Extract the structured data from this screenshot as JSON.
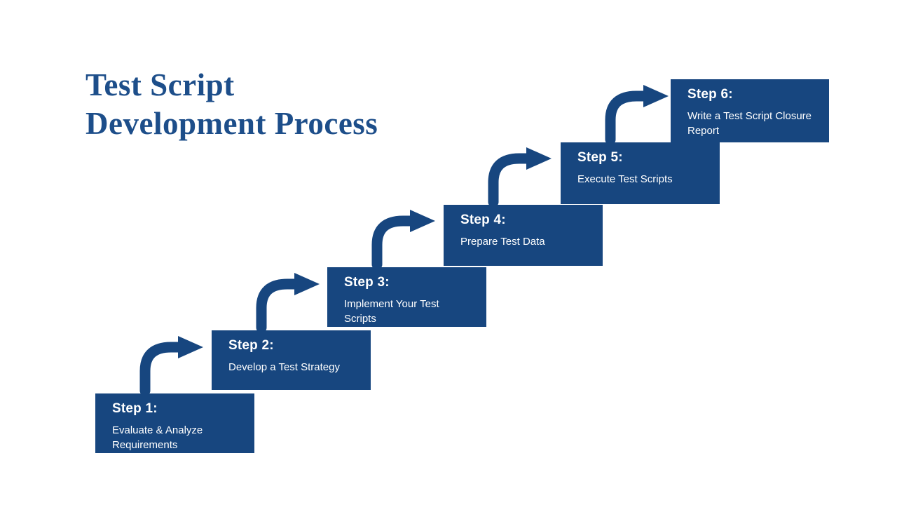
{
  "title": {
    "line1": "Test Script",
    "line2": "Development Process"
  },
  "steps": [
    {
      "heading": "Step 1:",
      "description": "Evaluate & Analyze Requirements"
    },
    {
      "heading": "Step 2:",
      "description": "Develop a Test Strategy"
    },
    {
      "heading": "Step 3:",
      "description": "Implement Your Test Scripts"
    },
    {
      "heading": "Step 4:",
      "description": "Prepare Test Data"
    },
    {
      "heading": "Step 5:",
      "description": "Execute Test Scripts"
    },
    {
      "heading": "Step 6:",
      "description": "Write a Test Script Closure Report"
    }
  ],
  "colors": {
    "navy": "#17467F",
    "title": "#1D4E8A",
    "background": "#FFFFFF",
    "text_on_navy": "#FFFFFF"
  }
}
